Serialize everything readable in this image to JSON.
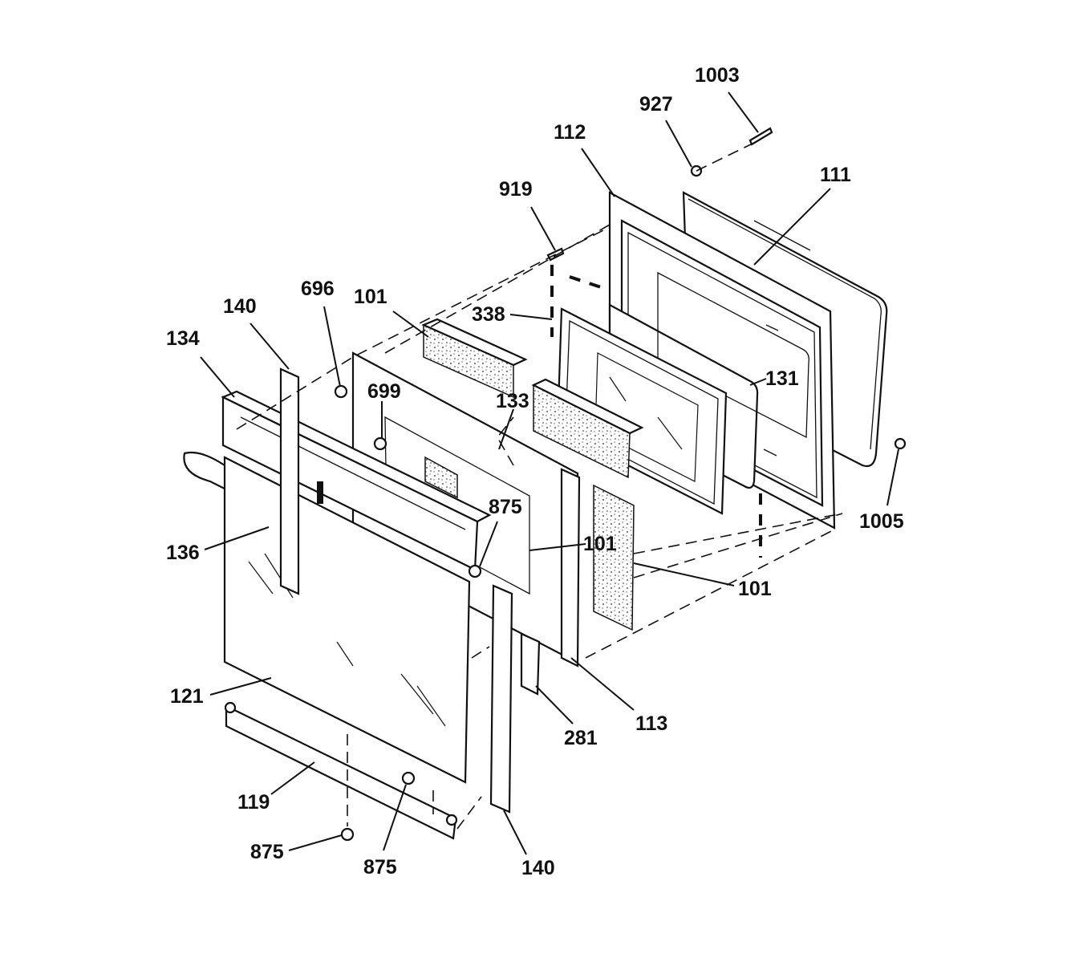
{
  "diagram": {
    "labels": [
      {
        "id": "lbl-1003",
        "text": "1003"
      },
      {
        "id": "lbl-927",
        "text": "927"
      },
      {
        "id": "lbl-112",
        "text": "112"
      },
      {
        "id": "lbl-111",
        "text": "111"
      },
      {
        "id": "lbl-919",
        "text": "919"
      },
      {
        "id": "lbl-338",
        "text": "338"
      },
      {
        "id": "lbl-696",
        "text": "696"
      },
      {
        "id": "lbl-140-top",
        "text": "140"
      },
      {
        "id": "lbl-101-top",
        "text": "101"
      },
      {
        "id": "lbl-134",
        "text": "134"
      },
      {
        "id": "lbl-699",
        "text": "699"
      },
      {
        "id": "lbl-133",
        "text": "133"
      },
      {
        "id": "lbl-131",
        "text": "131"
      },
      {
        "id": "lbl-875-mid",
        "text": "875"
      },
      {
        "id": "lbl-101-mid",
        "text": "101"
      },
      {
        "id": "lbl-1005",
        "text": "1005"
      },
      {
        "id": "lbl-136",
        "text": "136"
      },
      {
        "id": "lbl-101-right",
        "text": "101"
      },
      {
        "id": "lbl-121",
        "text": "121"
      },
      {
        "id": "lbl-113",
        "text": "113"
      },
      {
        "id": "lbl-281",
        "text": "281"
      },
      {
        "id": "lbl-119",
        "text": "119"
      },
      {
        "id": "lbl-875-left",
        "text": "875"
      },
      {
        "id": "lbl-875-bottom",
        "text": "875"
      },
      {
        "id": "lbl-140-bottom",
        "text": "140"
      }
    ]
  }
}
